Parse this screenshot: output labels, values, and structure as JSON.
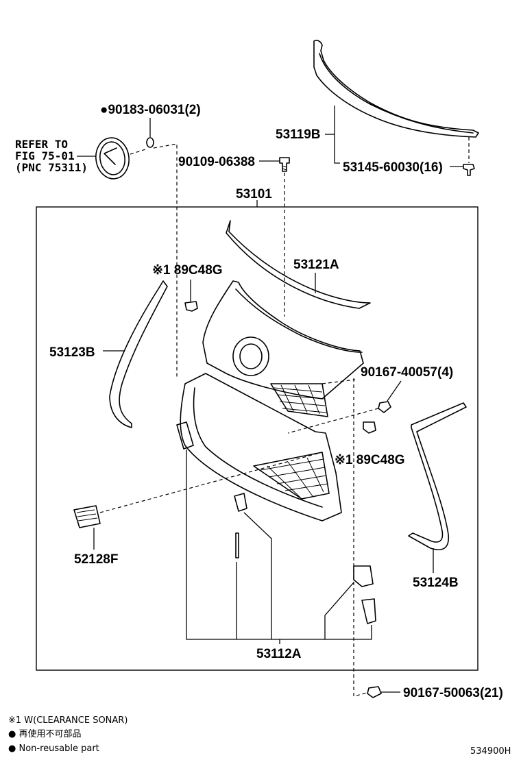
{
  "labels": {
    "p90183": "●90183-06031(2)",
    "refer_line1": "REFER TO",
    "refer_line2": "FIG 75-01",
    "refer_line3": "(PNC 75311)",
    "p53119b": "53119B",
    "p90109": "90109-06388",
    "p53145": "53145-60030(16)",
    "p53101": "53101",
    "p53121a": "53121A",
    "p89c48g_top": "※1 89C48G",
    "p53123b": "53123B",
    "p90167_40057": "90167-40057(4)",
    "p89c48g_mid": "※1 89C48G",
    "p52128f": "52128F",
    "p53124b": "53124B",
    "p53112a": "53112A",
    "p90167_50063": "90167-50063(21)"
  },
  "legend": {
    "note1": "※1 W(CLEARANCE SONAR)",
    "note2": "● 再使用不可部品",
    "note3": "● Non-reusable part"
  },
  "figure_code": "534900H"
}
